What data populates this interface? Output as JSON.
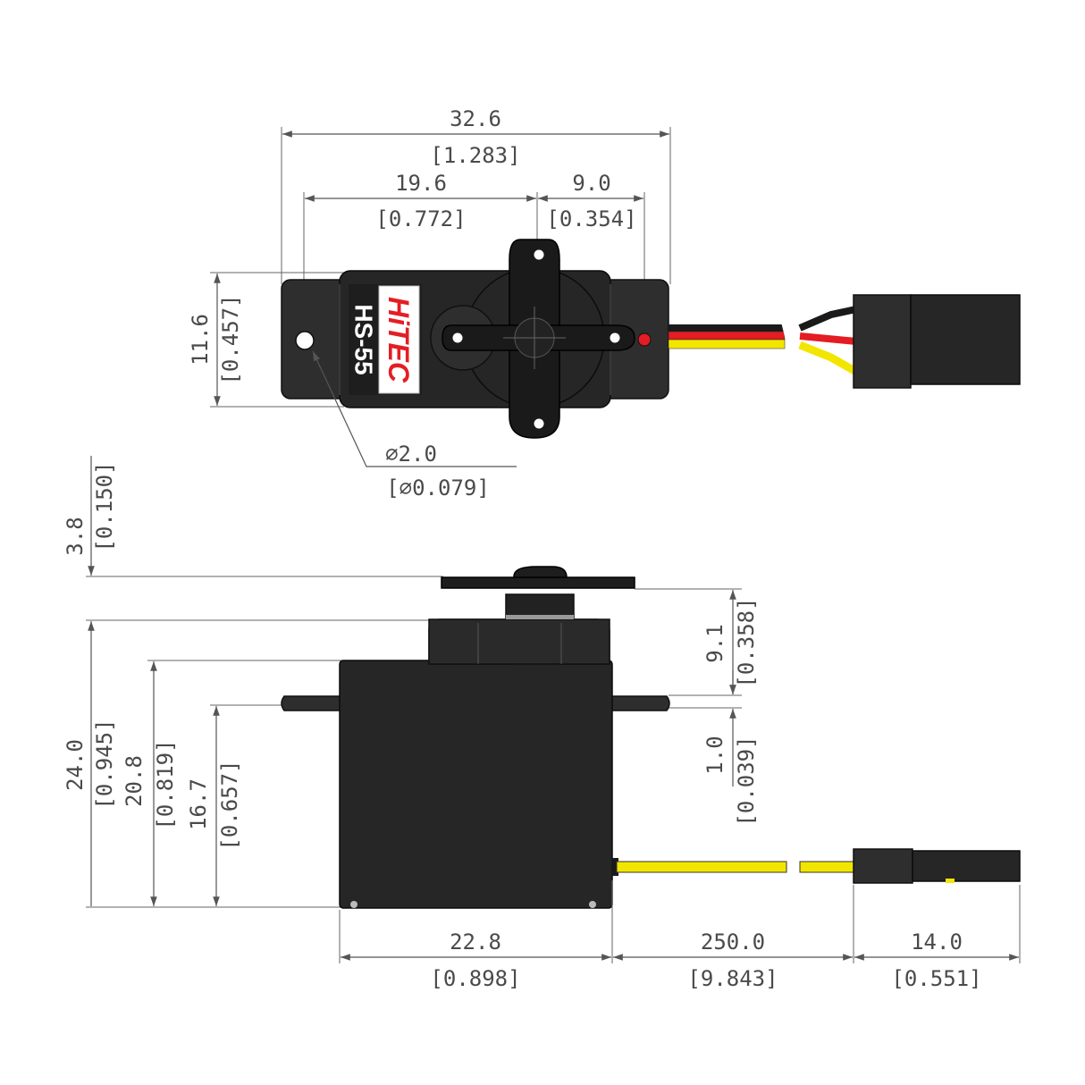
{
  "brand": {
    "logo_text": "HiTEC",
    "model": "HS-55"
  },
  "colors": {
    "body": "#2e2e2e",
    "logo_red": "#e31e24",
    "wire_red": "#e41c23",
    "wire_yellow": "#f2e600",
    "wire_black": "#1a1a1a",
    "dimension_text": "#4a4a4a"
  },
  "top_view": {
    "overall_length": {
      "mm": "32.6",
      "in": "[1.283]"
    },
    "hole_to_shaft": {
      "mm": "19.6",
      "in": "[0.772]"
    },
    "shaft_to_end": {
      "mm": "9.0",
      "in": "[0.354]"
    },
    "width": {
      "mm": "11.6",
      "in": "[0.457]"
    },
    "hole_diameter": {
      "mm": "∅2.0",
      "in": "[∅0.079]"
    }
  },
  "side_view": {
    "horn_thickness": {
      "mm": "3.8",
      "in": "[0.150]"
    },
    "horn_to_flange": {
      "mm": "9.1",
      "in": "[0.358]"
    },
    "flange_thickness": {
      "mm": "1.0",
      "in": "[0.039]"
    },
    "total_height": {
      "mm": "24.0",
      "in": "[0.945]"
    },
    "case_height": {
      "mm": "20.8",
      "in": "[0.819]"
    },
    "flange_height": {
      "mm": "16.7",
      "in": "[0.657]"
    },
    "case_length": {
      "mm": "22.8",
      "in": "[0.898]"
    },
    "lead_length": {
      "mm": "250.0",
      "in": "[9.843]"
    },
    "connector_length": {
      "mm": "14.0",
      "in": "[0.551]"
    }
  }
}
